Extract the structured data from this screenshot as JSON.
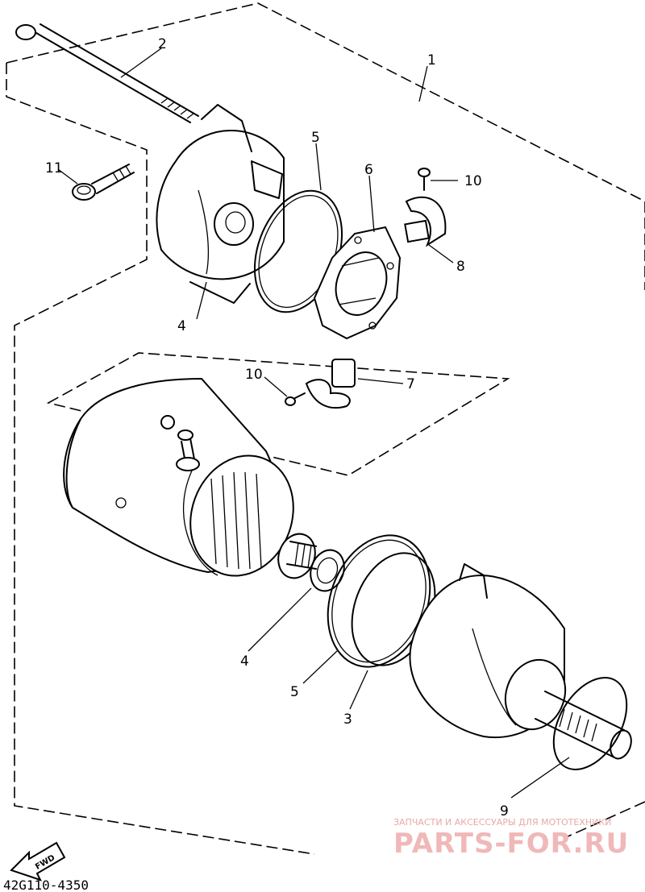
{
  "callouts": [
    {
      "id": "c1",
      "label": "1"
    },
    {
      "id": "c2",
      "label": "2"
    },
    {
      "id": "c3",
      "label": "3"
    },
    {
      "id": "c4a",
      "label": "4"
    },
    {
      "id": "c4b",
      "label": "4"
    },
    {
      "id": "c5a",
      "label": "5"
    },
    {
      "id": "c5b",
      "label": "5"
    },
    {
      "id": "c6",
      "label": "6"
    },
    {
      "id": "c7",
      "label": "7"
    },
    {
      "id": "c8",
      "label": "8"
    },
    {
      "id": "c9",
      "label": "9"
    },
    {
      "id": "c10a",
      "label": "10"
    },
    {
      "id": "c10b",
      "label": "10"
    },
    {
      "id": "c11",
      "label": "11"
    }
  ],
  "part_code": "42G110-4350",
  "fwd_label": "FWD",
  "watermark": {
    "line1": "ЗАПЧАСТИ И АКСЕССУАРЫ ДЛЯ МОТОТЕХНИКИ",
    "line2": "PARTS-FOR.RU",
    "color": "#f0b8b8"
  }
}
